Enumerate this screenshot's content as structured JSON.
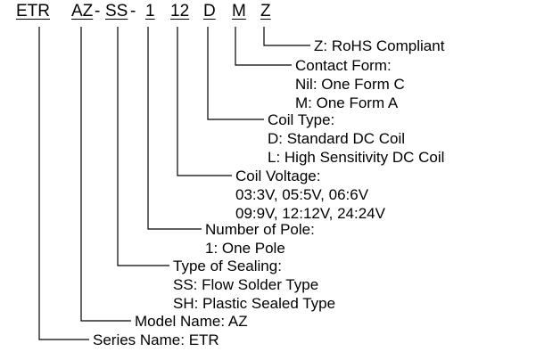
{
  "code": {
    "segments": [
      "ETR",
      "AZ",
      "SS",
      "1",
      "12",
      "D",
      "M",
      "Z"
    ],
    "dash": "-"
  },
  "fields": [
    {
      "title": "Series Name: ETR",
      "options": []
    },
    {
      "title": "Model Name: AZ",
      "options": []
    },
    {
      "title": "Type of Sealing:",
      "options": [
        "SS: Flow Solder Type",
        "SH: Plastic Sealed Type"
      ]
    },
    {
      "title": "Number of Pole:",
      "options": [
        "1: One Pole"
      ]
    },
    {
      "title": "Coil Voltage:",
      "options": [
        "03:3V, 05:5V, 06:6V",
        "09:9V, 12:12V, 24:24V"
      ]
    },
    {
      "title": "Coil Type:",
      "options": [
        "D: Standard DC Coil",
        "L: High Sensitivity DC Coil"
      ]
    },
    {
      "title": "Contact Form:",
      "options": [
        "Nil: One Form C",
        "M: One Form A"
      ]
    },
    {
      "title": "Z: RoHS Compliant",
      "options": []
    }
  ],
  "colors": {
    "text": "#000000",
    "line": "#000000",
    "background": "#ffffff"
  }
}
